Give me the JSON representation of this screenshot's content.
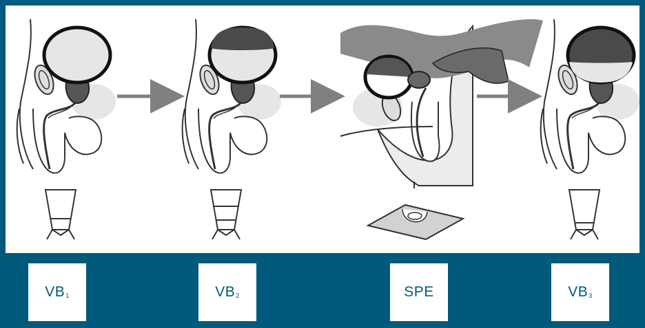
{
  "steps": [
    {
      "id": "vb1",
      "main": "VB",
      "sub": "1"
    },
    {
      "id": "vb2",
      "main": "VB",
      "sub": "2"
    },
    {
      "id": "spe",
      "main": "SPE",
      "sub": ""
    },
    {
      "id": "vb3",
      "main": "VB",
      "sub": "3"
    }
  ],
  "colors": {
    "background": "#005a7c",
    "panel": "#ffffff",
    "arrow": "#808080",
    "organ_dark": "#4a4a4a",
    "organ_light": "#e6e6e6"
  },
  "icons": [
    "pelvis-anatomy-icon",
    "urine-cup-icon",
    "glass-slide-icon",
    "arrow-right-icon",
    "hand-icon"
  ]
}
